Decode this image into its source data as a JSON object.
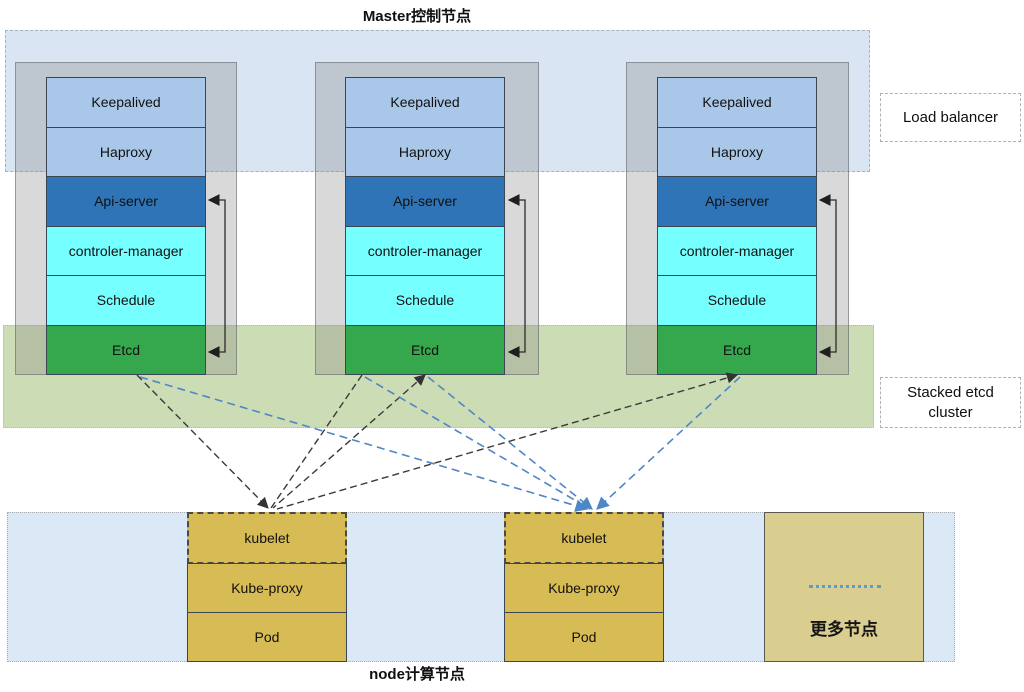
{
  "title": "Master控制节点",
  "labels": {
    "load_balancer": "Load balancer",
    "stacked_etcd_line1": "Stacked etcd",
    "stacked_etcd_line2": "cluster",
    "node_band": "node计算节点"
  },
  "master_node": {
    "instances": 3,
    "components": [
      {
        "name": "keepalived",
        "label": "Keepalived",
        "color": "#a9c7e8"
      },
      {
        "name": "haproxy",
        "label": "Haproxy",
        "color": "#a9c7e8"
      },
      {
        "name": "api-server",
        "label": "Api-server",
        "color": "#2e74b6"
      },
      {
        "name": "controller-manager",
        "label": "controler-manager",
        "color": "#76ffff"
      },
      {
        "name": "schedule",
        "label": "Schedule",
        "color": "#76ffff"
      },
      {
        "name": "etcd",
        "label": "Etcd",
        "color": "#35a74d"
      }
    ]
  },
  "worker_node": {
    "instances": 2,
    "components": [
      {
        "name": "kubelet",
        "label": "kubelet",
        "color": "#d7bc55"
      },
      {
        "name": "kube-proxy",
        "label": "Kube-proxy",
        "color": "#d7bc55"
      },
      {
        "name": "pod",
        "label": "Pod",
        "color": "#d7bc55"
      }
    ]
  },
  "more_nodes": {
    "label": "更多节点"
  },
  "colors": {
    "load_balancer_band": "#d9e5f3",
    "etcd_band": "#ccdcb4",
    "node_band": "#dbe8f5",
    "master_frame_gray": "#d9d9d9",
    "more_nodes_box": "#d9cd90",
    "black_dashed_line": "#3a3a3a",
    "blue_dashed_line": "#4f86c6",
    "dots_line": "#5b9bd5"
  }
}
